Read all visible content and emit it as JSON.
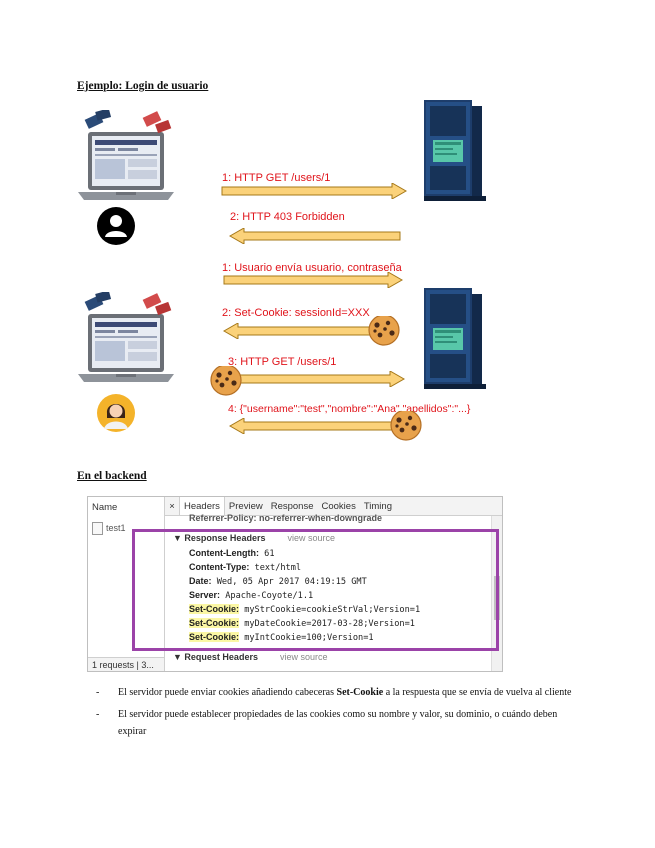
{
  "headings": {
    "login_example": "Ejemplo: Login de usuario",
    "backend": "En el backend"
  },
  "messages": {
    "first_get": "1: HTTP GET /users/1",
    "forbidden": "2: HTTP 403 Forbidden",
    "send_credentials": "1: Usuario envía usuario, contraseña",
    "set_cookie": "2: Set-Cookie: sessionId=XXX",
    "second_get": "3: HTTP GET /users/1",
    "response_json": "4: {\"username\":\"test\",\"nombre\":\"Ana\",\"apellidos\":\"...}"
  },
  "devtools": {
    "name_header": "Name",
    "request_name": "test1",
    "footer": "1 requests | 3...",
    "tabs": [
      "Headers",
      "Preview",
      "Response",
      "Cookies",
      "Timing"
    ],
    "close_glyph": "×",
    "partial_line": "Referrer-Policy: no-referrer-when-downgrade",
    "response_headers_label": "Response Headers",
    "view_source": "view source",
    "request_headers_label": "Request Headers",
    "headers": [
      {
        "key": "Content-Length:",
        "value": "61",
        "highlight": false
      },
      {
        "key": "Content-Type:",
        "value": "text/html",
        "highlight": false
      },
      {
        "key": "Date:",
        "value": "Wed, 05 Apr 2017 04:19:15 GMT",
        "highlight": false
      },
      {
        "key": "Server:",
        "value": "Apache-Coyote/1.1",
        "highlight": false
      },
      {
        "key": "Set-Cookie:",
        "value": "myStrCookie=cookieStrVal;Version=1",
        "highlight": true
      },
      {
        "key": "Set-Cookie:",
        "value": "myDateCookie=2017-03-28;Version=1",
        "highlight": true
      },
      {
        "key": "Set-Cookie:",
        "value": "myIntCookie=100;Version=1",
        "highlight": true
      }
    ]
  },
  "bullets": {
    "dash": "-",
    "b1_pre": "El servidor puede enviar cookies añadiendo cabeceras ",
    "b1_bold": "Set-Cookie",
    "b1_post": " a la respuesta que se envía de vuelva al cliente",
    "b2": "El servidor puede establecer propiedades de las cookies como su nombre y valor, su dominio, o cuándo deben expirar"
  },
  "colors": {
    "message_red": "#e0141b",
    "arrow_fill": "#fbd27a",
    "arrow_stroke": "#a67818",
    "highlight_box": "#9b43a8",
    "set_cookie_highlight": "#fbf7a4"
  }
}
